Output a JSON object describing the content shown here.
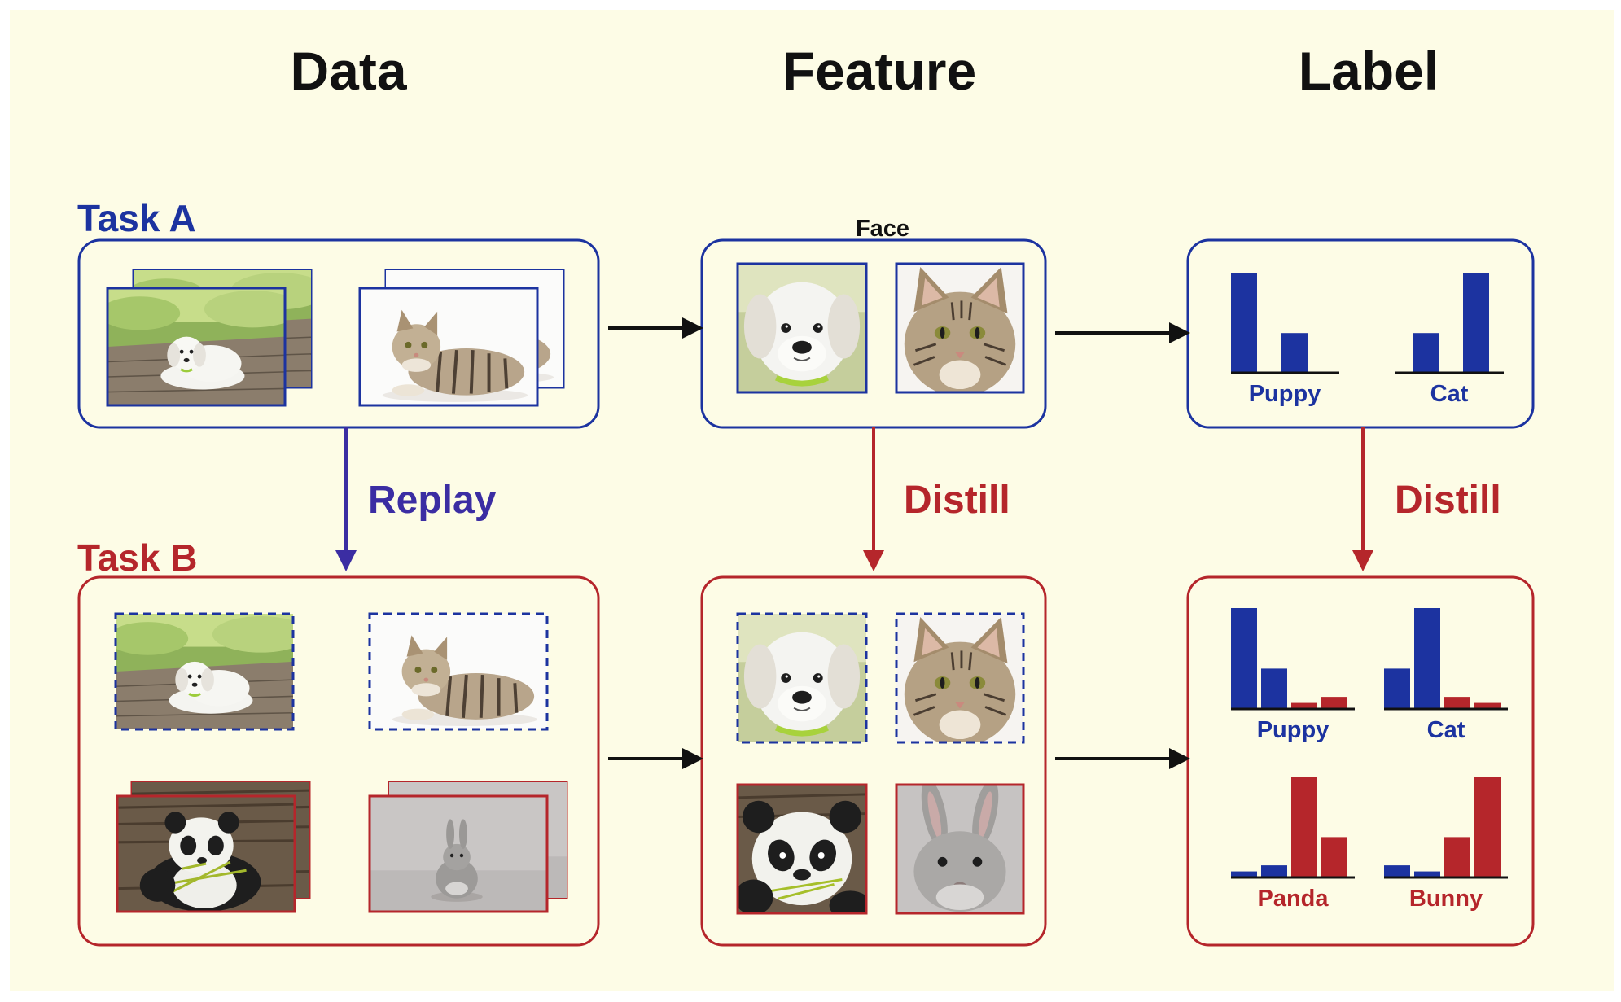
{
  "headers": {
    "data": "Data",
    "feature": "Feature",
    "label": "Label"
  },
  "tasks": {
    "a": "Task A",
    "b": "Task B"
  },
  "arrows": {
    "replay": "Replay",
    "distill_feature": "Distill",
    "distill_label": "Distill"
  },
  "feature_a_caption": "Face",
  "colors": {
    "blue": "#1c33a0",
    "red": "#b5262b",
    "replay_purple": "#3b2da3",
    "background": "#fdfce6",
    "black": "#111111"
  },
  "photos": {
    "puppy": "photo of white puppy lying on wooden deck",
    "cat": "photo of tabby cat lying on white background",
    "panda": "photo of panda eating bamboo on logs",
    "bunny": "photo of grey rabbit sitting on grey background"
  },
  "chart_data": [
    {
      "type": "bar",
      "panel": "task-a",
      "label": "Puppy",
      "values": [
        1.0,
        0.4
      ],
      "color": "#1c33a0"
    },
    {
      "type": "bar",
      "panel": "task-a",
      "label": "Cat",
      "values": [
        0.4,
        1.0
      ],
      "color": "#1c33a0"
    },
    {
      "type": "bar",
      "panel": "task-b",
      "label": "Puppy",
      "values": [
        1.0,
        0.4,
        0.06,
        0.12
      ],
      "colors": [
        "#1c33a0",
        "#1c33a0",
        "#b5262b",
        "#b5262b"
      ]
    },
    {
      "type": "bar",
      "panel": "task-b",
      "label": "Cat",
      "values": [
        0.4,
        1.0,
        0.12,
        0.06
      ],
      "colors": [
        "#1c33a0",
        "#1c33a0",
        "#b5262b",
        "#b5262b"
      ]
    },
    {
      "type": "bar",
      "panel": "task-b",
      "label": "Panda",
      "values": [
        0.06,
        0.12,
        1.0,
        0.4
      ],
      "colors": [
        "#1c33a0",
        "#1c33a0",
        "#b5262b",
        "#b5262b"
      ]
    },
    {
      "type": "bar",
      "panel": "task-b",
      "label": "Bunny",
      "values": [
        0.12,
        0.06,
        0.4,
        1.0
      ],
      "colors": [
        "#1c33a0",
        "#1c33a0",
        "#b5262b",
        "#b5262b"
      ]
    }
  ]
}
